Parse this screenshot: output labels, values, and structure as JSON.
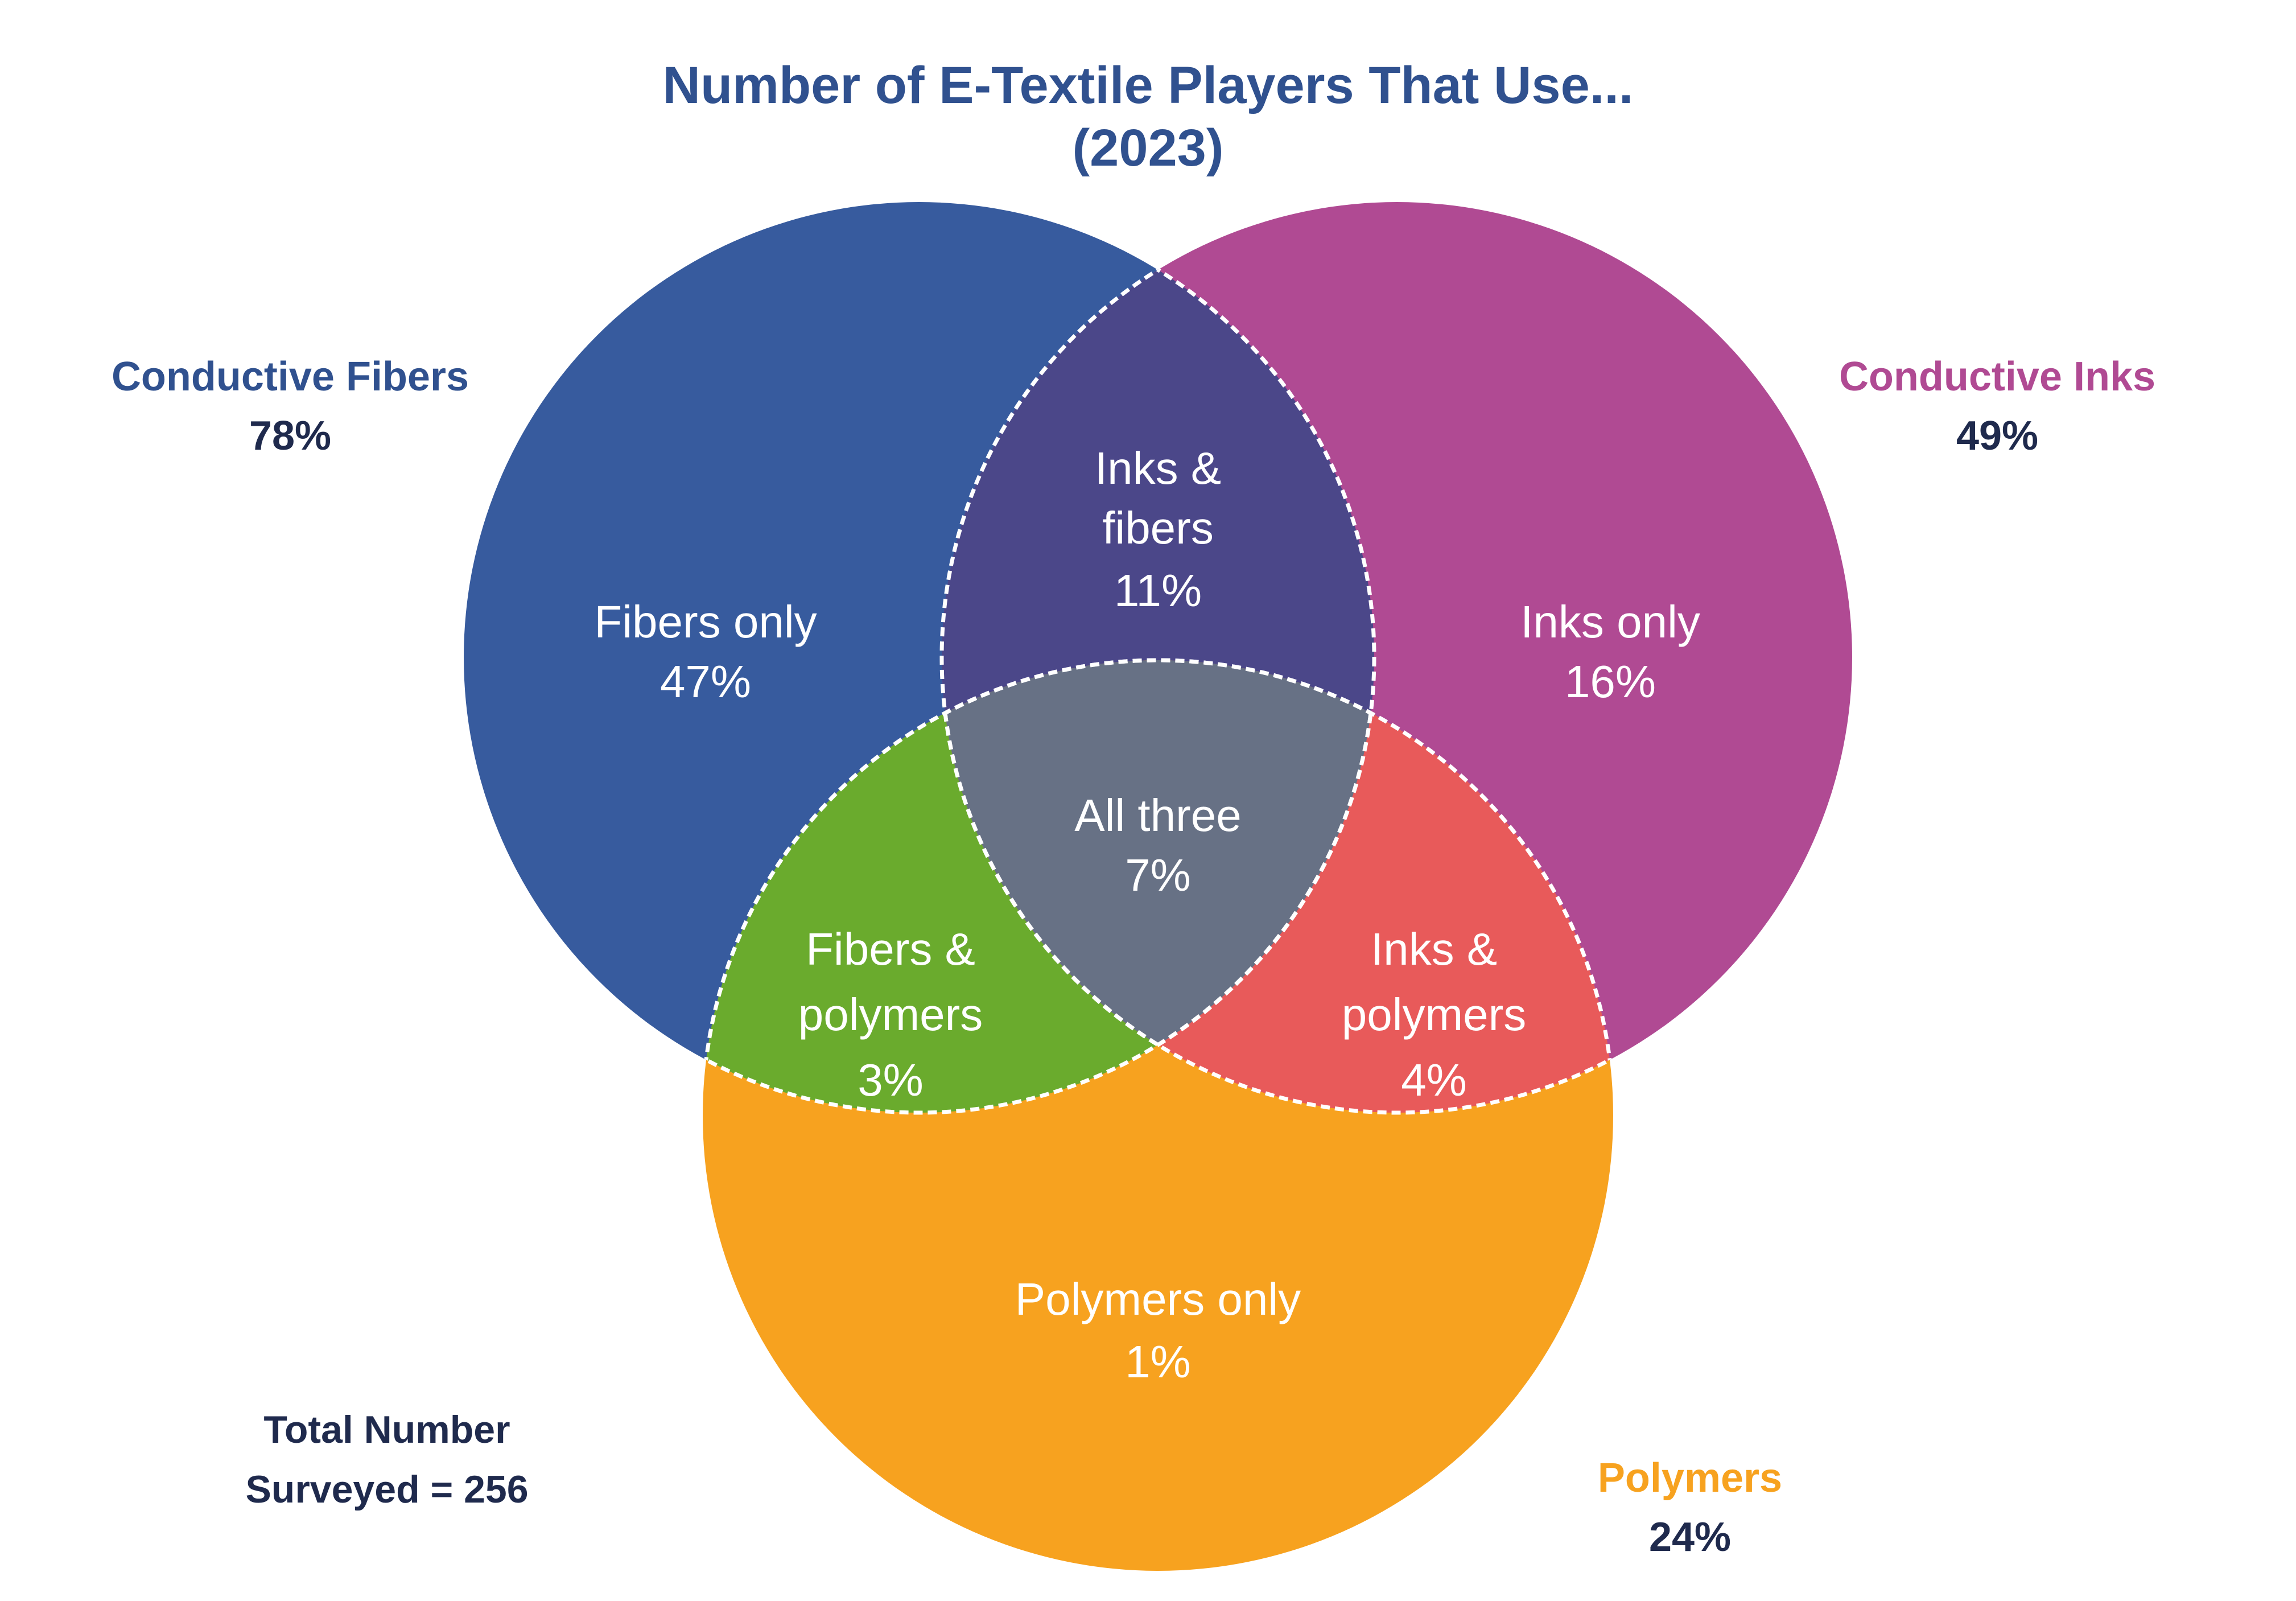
{
  "title": {
    "line1": "Number of E-Textile Players That Use...",
    "line2": "(2023)"
  },
  "sets": {
    "fibers": {
      "name": "Conductive Fibers",
      "pct": "78%",
      "color": "#375b9e"
    },
    "inks": {
      "name": "Conductive Inks",
      "pct": "49%",
      "color": "#b04a93"
    },
    "polymers": {
      "name": "Polymers",
      "pct": "24%",
      "color": "#f7a21f"
    }
  },
  "regions": {
    "fibers_only": {
      "line1": "Fibers only",
      "pct": "47%",
      "color": "#375b9e"
    },
    "inks_only": {
      "line1": "Inks only",
      "pct": "16%",
      "color": "#b04a93"
    },
    "inks_fibers": {
      "line1": "Inks &",
      "line2": "fibers",
      "pct": "11%",
      "color": "#4b4789"
    },
    "all_three": {
      "line1": "All three",
      "pct": "7%",
      "color": "#677185"
    },
    "fibers_polymers": {
      "line1": "Fibers &",
      "line2": "polymers",
      "pct": "3%",
      "color": "#6aab2d"
    },
    "inks_polymers": {
      "line1": "Inks &",
      "line2": "polymers",
      "pct": "4%",
      "color": "#e85a5a"
    },
    "polymers_only": {
      "line1": "Polymers only",
      "pct": "1%",
      "color": "#f7a21f"
    }
  },
  "total": {
    "line1": "Total Number",
    "line2": "Surveyed = 256"
  }
}
